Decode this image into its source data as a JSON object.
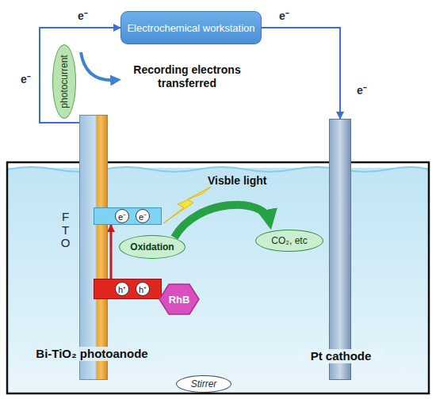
{
  "diagram": {
    "nodes": [
      {
        "text": [
          "Electrochemical workstation"
        ]
      },
      {
        "text": [
          "photocurrent"
        ]
      },
      {
        "text": [
          "FTO",
          "Bi-TiO₂ photoanode"
        ]
      },
      {
        "text": [
          "e⁻",
          "e⁻"
        ]
      },
      {
        "text": [
          "h⁺",
          "h⁺"
        ]
      },
      {
        "text": [
          "Oxidation"
        ]
      },
      {
        "text": [
          "CO₂, etc"
        ]
      },
      {
        "text": [
          "RhB"
        ]
      },
      {
        "text": [
          "Pt cathode"
        ]
      },
      {
        "text": [
          "Stirrer"
        ]
      }
    ],
    "edges": [
      {
        "from": 2,
        "to": 0,
        "arrow": "to"
      },
      {
        "from": 0,
        "to": 8,
        "arrow": "to"
      },
      {
        "from": 4,
        "to": 3,
        "arrow": "to"
      },
      {
        "from": 4,
        "to": 3,
        "arrow": "to"
      },
      {
        "from": 5,
        "to": 6,
        "arrow": "to"
      }
    ],
    "labels": [
      "e⁻",
      "e⁻",
      "e⁻",
      "e⁻",
      "Visble light",
      "Recording electrons transferred"
    ]
  }
}
